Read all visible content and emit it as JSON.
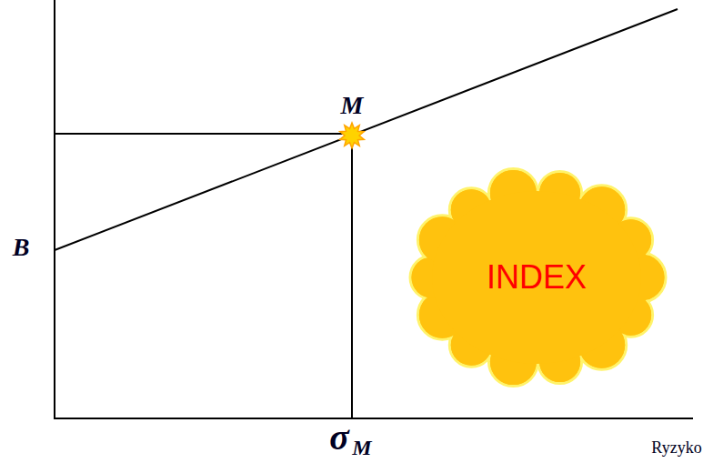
{
  "diagram": {
    "nodes": [
      {
        "text": [
          "INDEX"
        ]
      }
    ],
    "labels": [
      "M",
      "B",
      "σ",
      "M",
      "Ryzyko"
    ]
  }
}
